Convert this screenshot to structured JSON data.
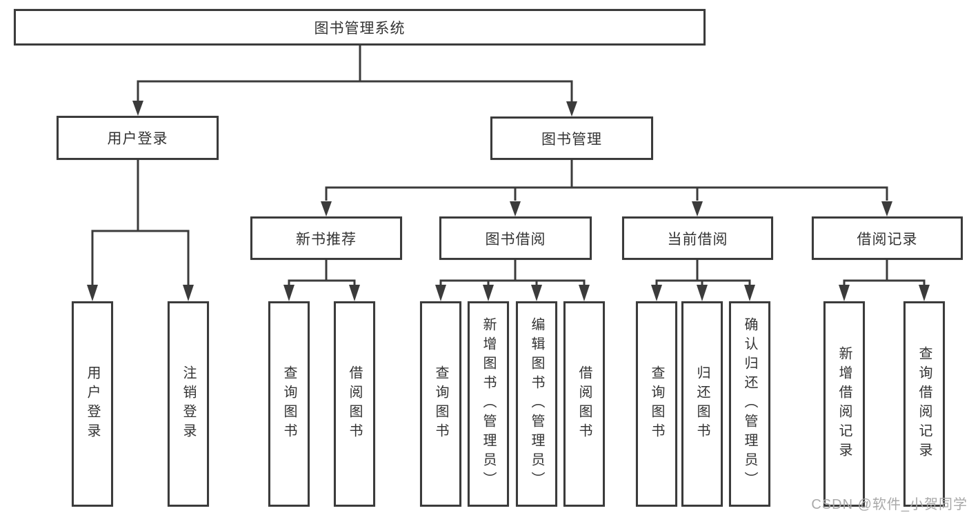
{
  "colors": {
    "background": "#ffffff",
    "line": "#3b3b3b",
    "text": "#333333",
    "box-fill": "#ffffff",
    "watermark": "#a9a9a9"
  },
  "watermark": {
    "text": "CSDN @软件_小贺同学"
  },
  "diagram": {
    "type": "hierarchy-flowchart",
    "root": {
      "label": "图书管理系统",
      "children": [
        {
          "label": "用户登录",
          "children": [
            {
              "label": "用户登录"
            },
            {
              "label": "注销登录"
            }
          ]
        },
        {
          "label": "图书管理",
          "children": [
            {
              "label": "新书推荐",
              "children": [
                {
                  "label": "查询图书"
                },
                {
                  "label": "借阅图书"
                }
              ]
            },
            {
              "label": "图书借阅",
              "children": [
                {
                  "label": "查询图书"
                },
                {
                  "label": "新增图书（管理员）"
                },
                {
                  "label": "编辑图书（管理员）"
                },
                {
                  "label": "借阅图书"
                }
              ]
            },
            {
              "label": "当前借阅",
              "children": [
                {
                  "label": "查询图书"
                },
                {
                  "label": "归还图书"
                },
                {
                  "label": "确认归还（管理员）"
                }
              ]
            },
            {
              "label": "借阅记录",
              "children": [
                {
                  "label": "新增借阅记录"
                },
                {
                  "label": "查询借阅记录"
                }
              ]
            }
          ]
        }
      ]
    }
  }
}
